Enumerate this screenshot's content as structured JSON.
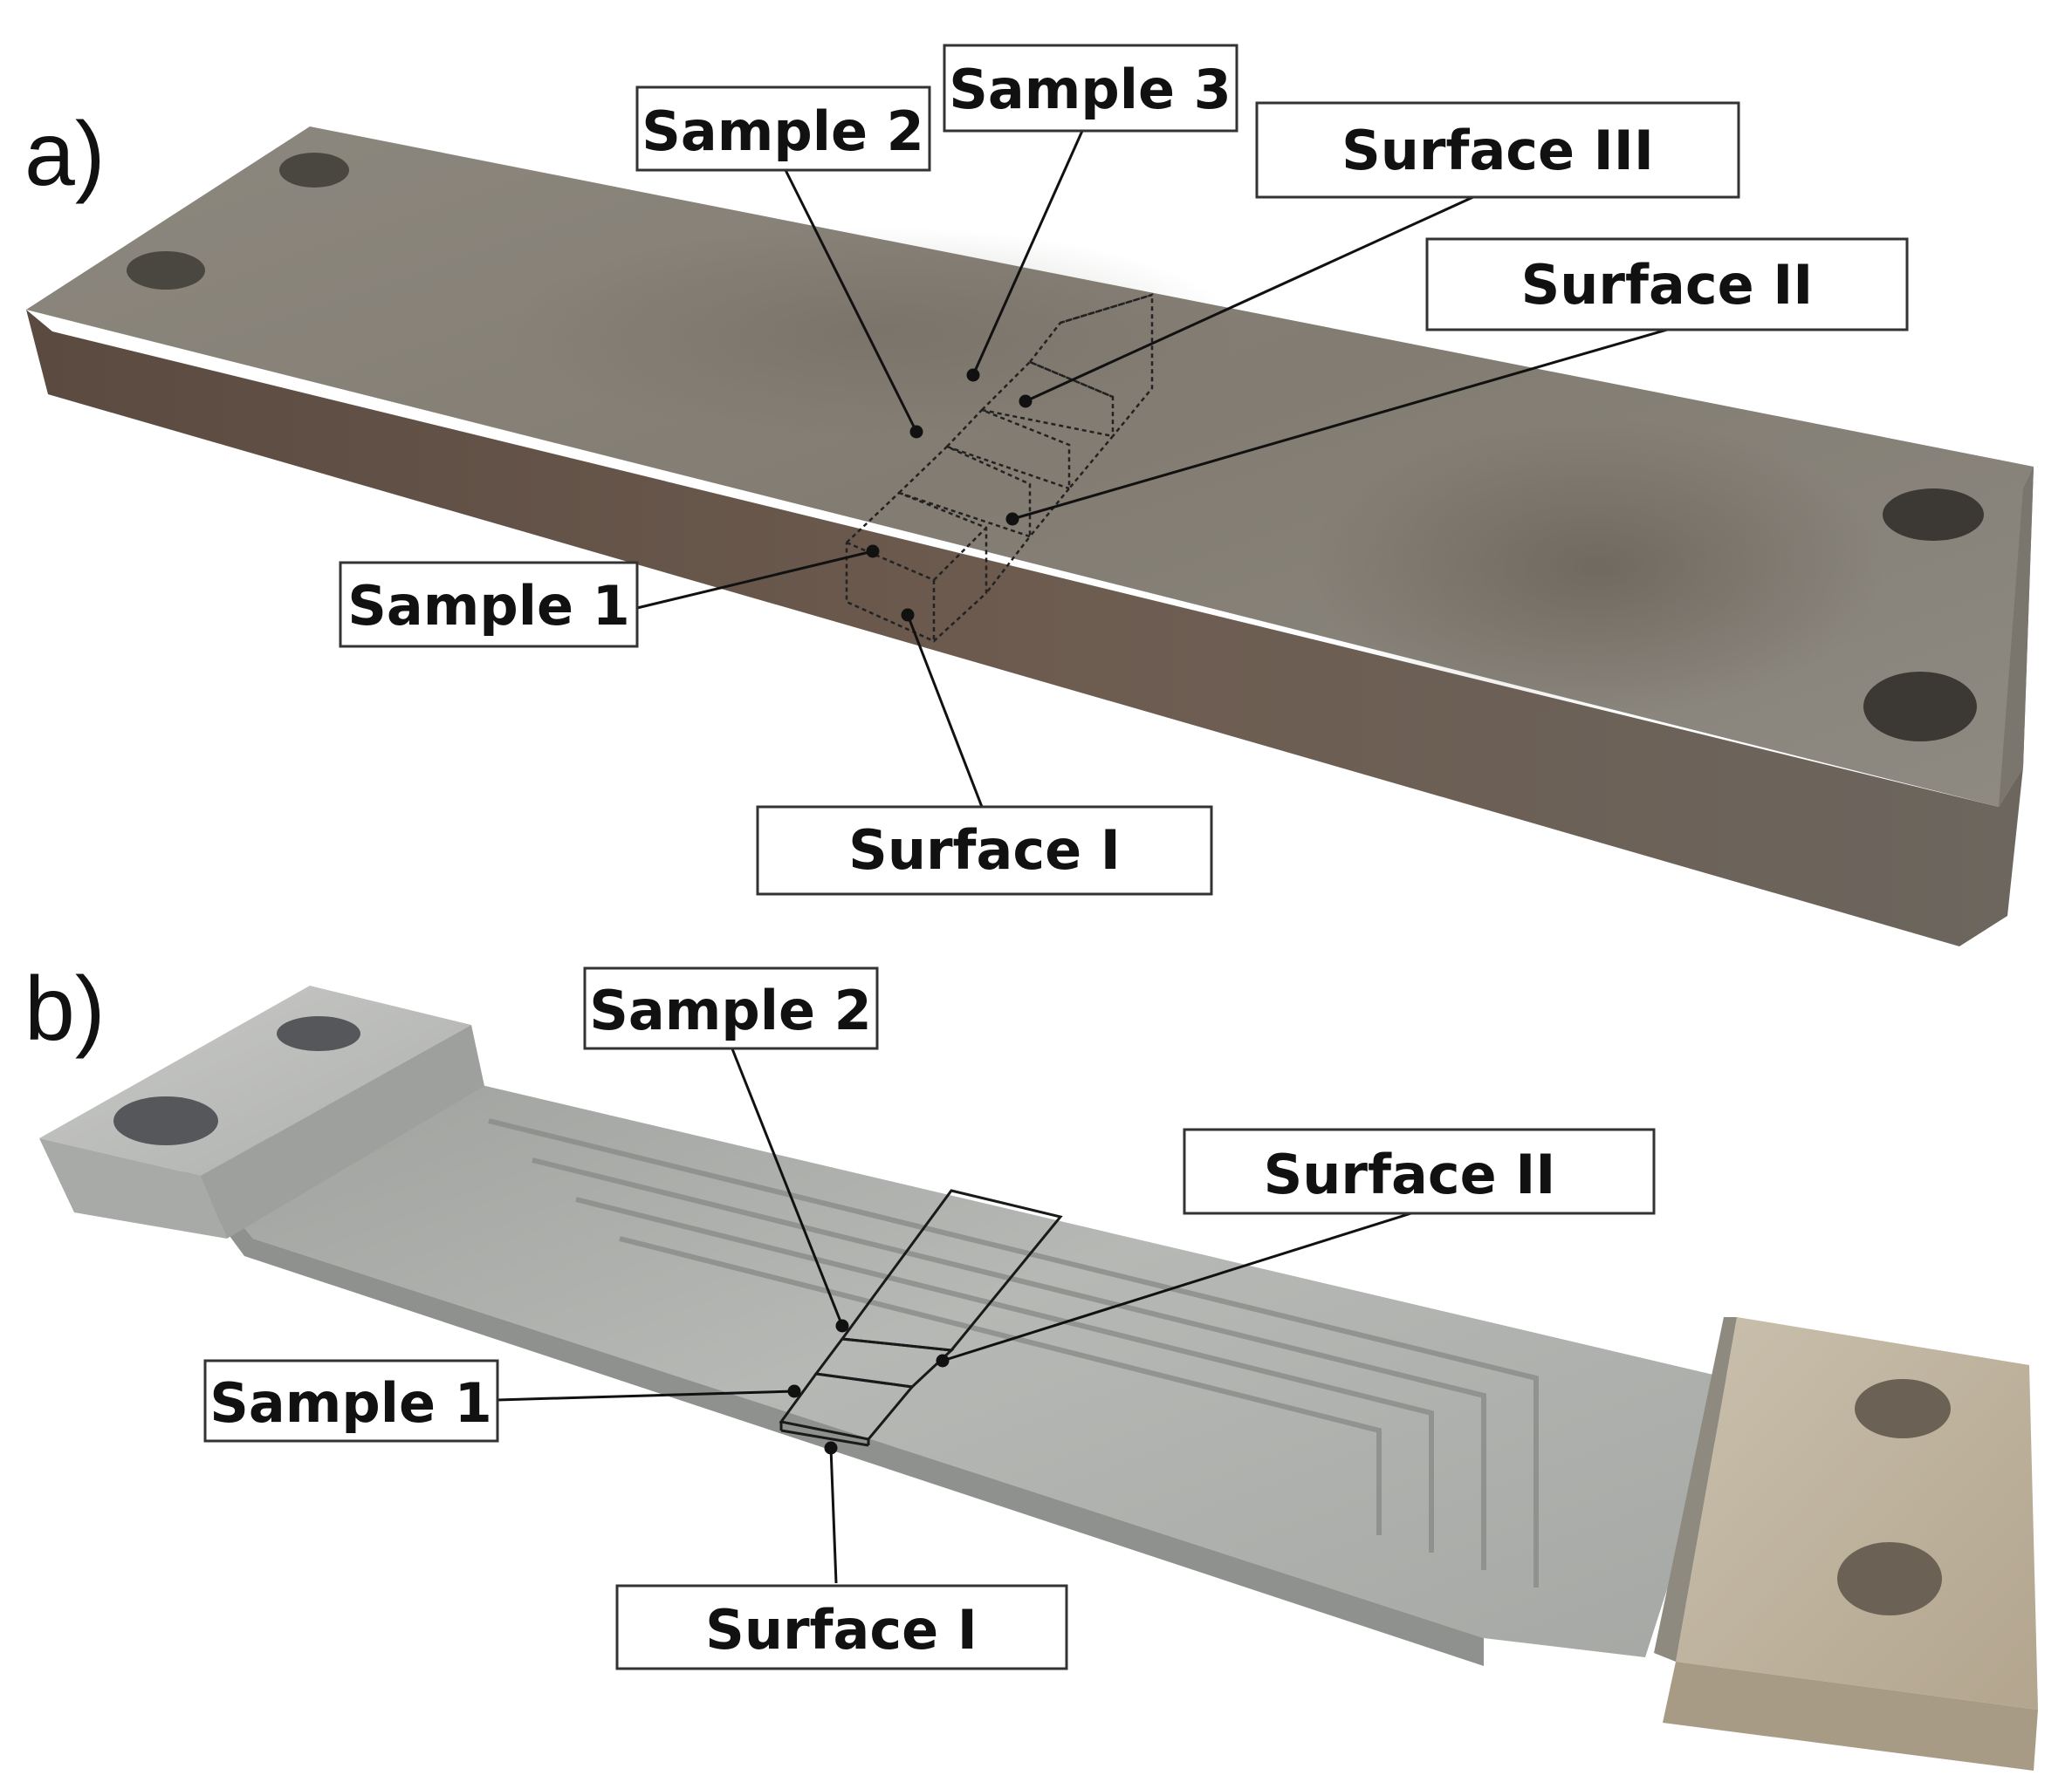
{
  "panels": [
    {
      "letter": "a)",
      "labels": {
        "sample_2": "Sample 2",
        "sample_3": "Sample 3",
        "surface_3": "Surface III",
        "surface_2": "Surface II",
        "sample_1": "Sample 1",
        "surface_1": "Surface I"
      }
    },
    {
      "letter": "b)",
      "labels": {
        "sample_2": "Sample 2",
        "surface_2": "Surface II",
        "sample_1": "Sample 1",
        "surface_1": "Surface I"
      }
    }
  ],
  "colors": {
    "panel_a_plate": "#8a857c",
    "panel_a_edge": "#6e5a4c",
    "panel_b_plate": "#b8b9b6",
    "panel_b_block": "#c2b39b",
    "label_border": "#333333",
    "leader_line": "#111111"
  }
}
